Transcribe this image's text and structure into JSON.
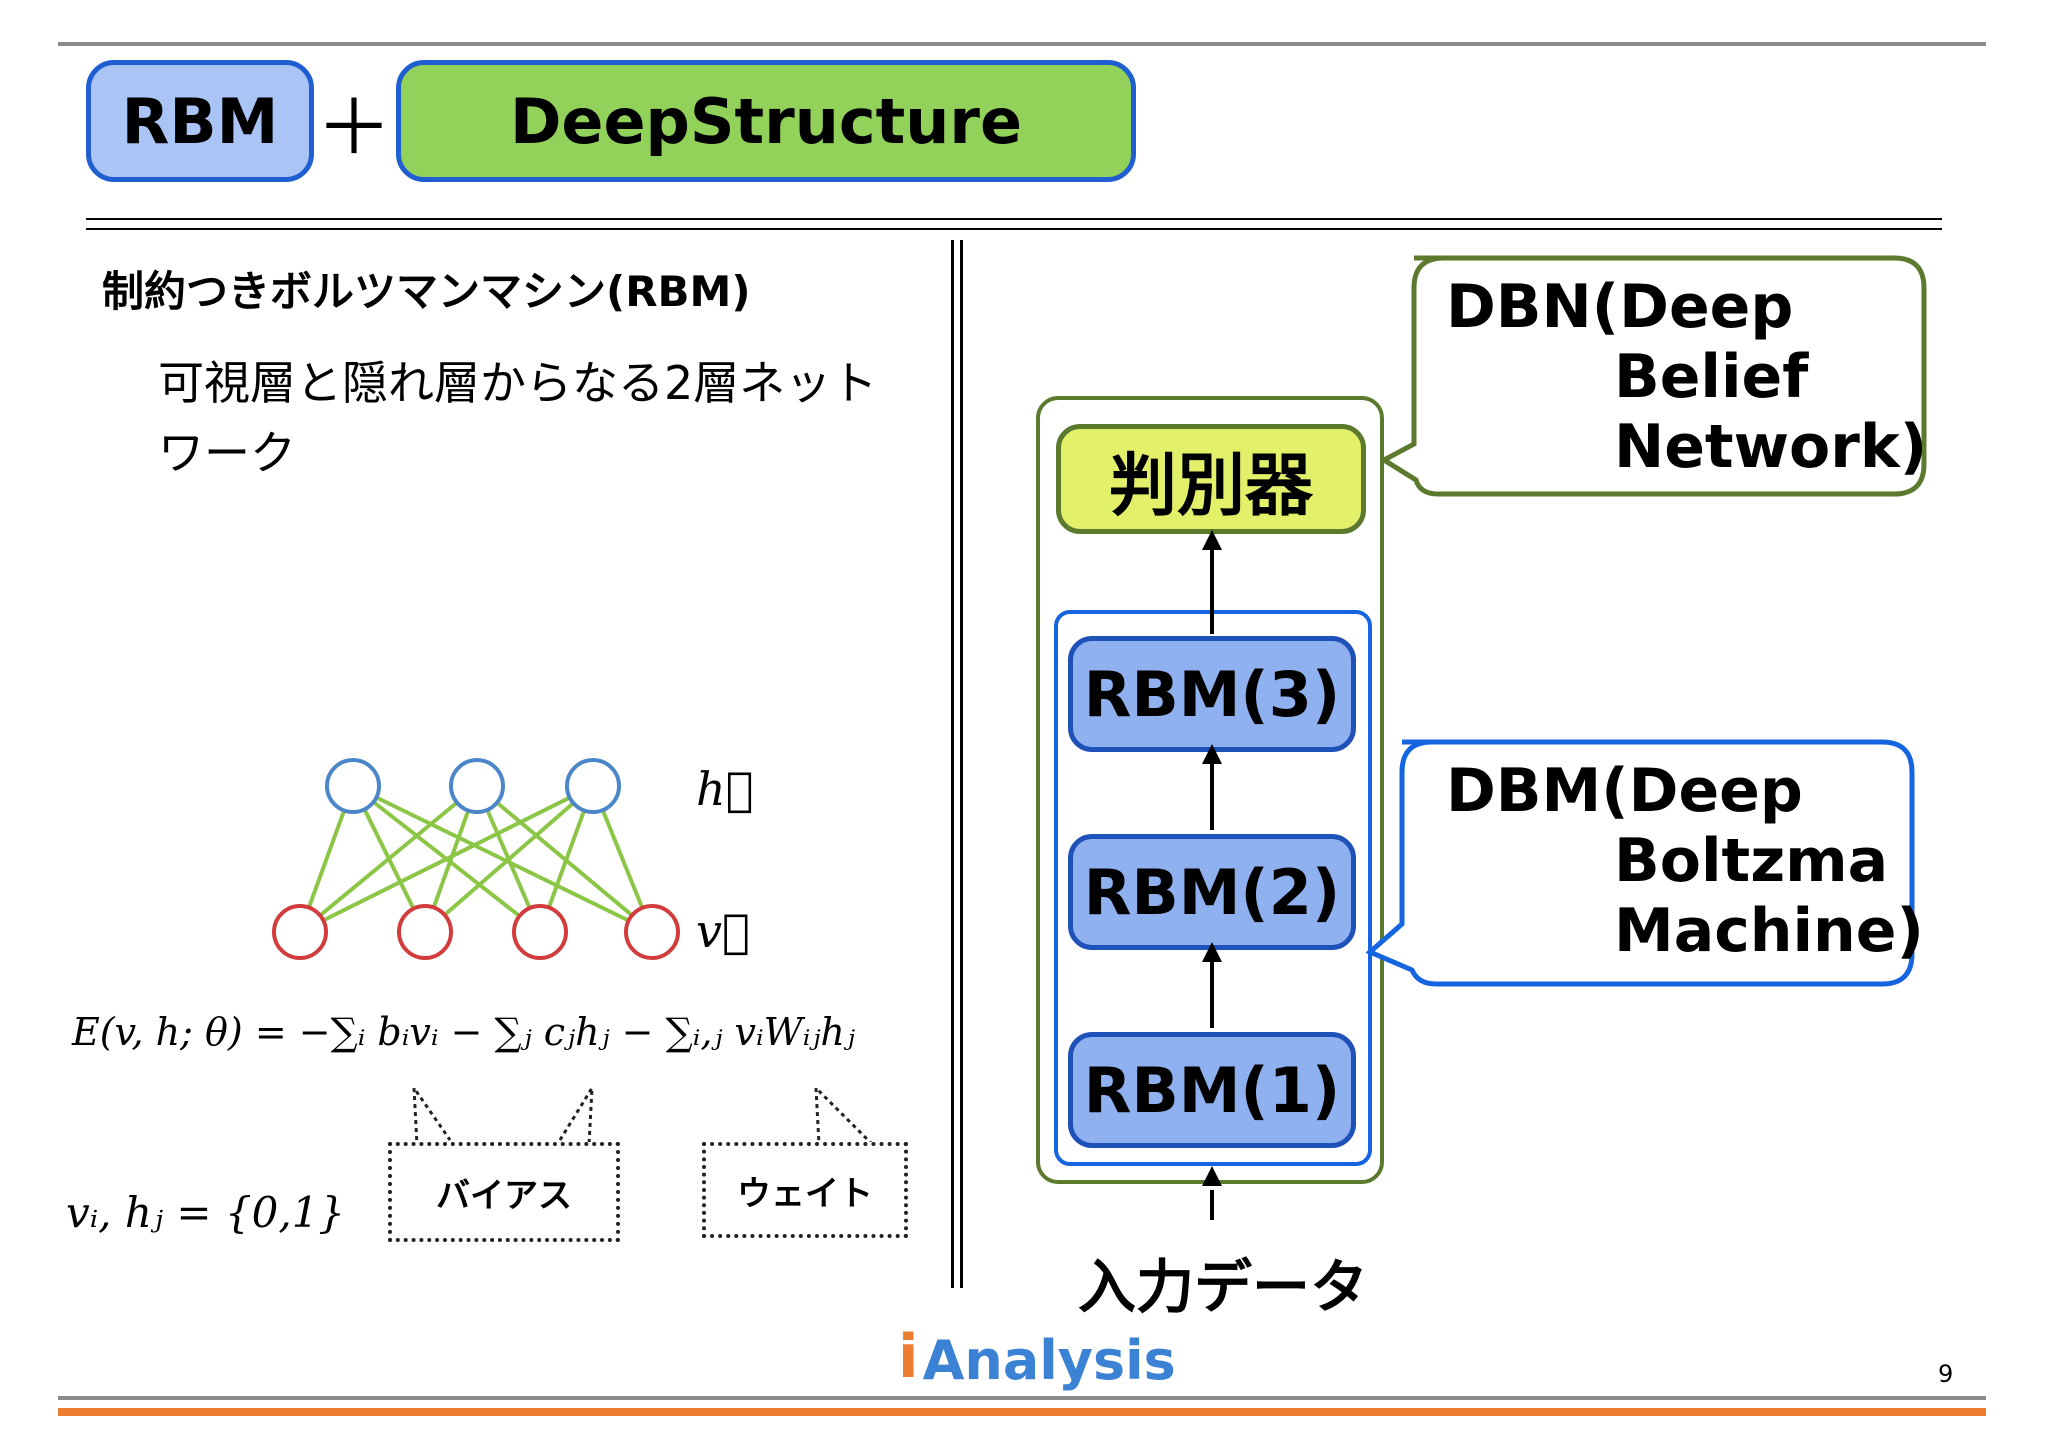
{
  "header": {
    "tag_rbm": "RBM",
    "plus": "＋",
    "tag_deep": "DeepStructure"
  },
  "left": {
    "section_title": "制約つきボルツマンマシン(RBM)",
    "description": "可視層と隠れ層からなる2層ネットワーク",
    "layer_h_label": "h⃗",
    "layer_v_label": "v⃗",
    "energy_equation": "E(v, h; θ) = −∑ᵢ bᵢvᵢ − ∑ⱼ cⱼhⱼ − ∑ᵢ,ⱼ vᵢWᵢⱼhⱼ",
    "domain_equation": "vᵢ, hⱼ = {0,1}",
    "bias_label": "バイアス",
    "weight_label": "ウェイト"
  },
  "right": {
    "judge_label": "判別器",
    "rbm3": "RBM(3)",
    "rbm2": "RBM(2)",
    "rbm1": "RBM(1)",
    "input_label": "入力データ",
    "dbn_line1": "DBN(Deep",
    "dbn_line2": "Belief",
    "dbn_line3": "Network)",
    "dbm_line1": "DBM(Deep",
    "dbm_line2": "Boltzma",
    "dbm_line3": "Machine)"
  },
  "footer": {
    "logo_i": "i",
    "logo_text": "Analysis",
    "page_number": "9"
  },
  "colors": {
    "rbm_fill": "#8fb1f0",
    "deep_fill": "#92d15a",
    "judge_fill": "#e3f06a",
    "dbn_border": "#5b7a2e",
    "dbm_border": "#1565e0",
    "hidden_node": "#4a86c8",
    "visible_node": "#d23c3c",
    "edge": "#8cc646",
    "accent_orange": "#ed7d31"
  }
}
